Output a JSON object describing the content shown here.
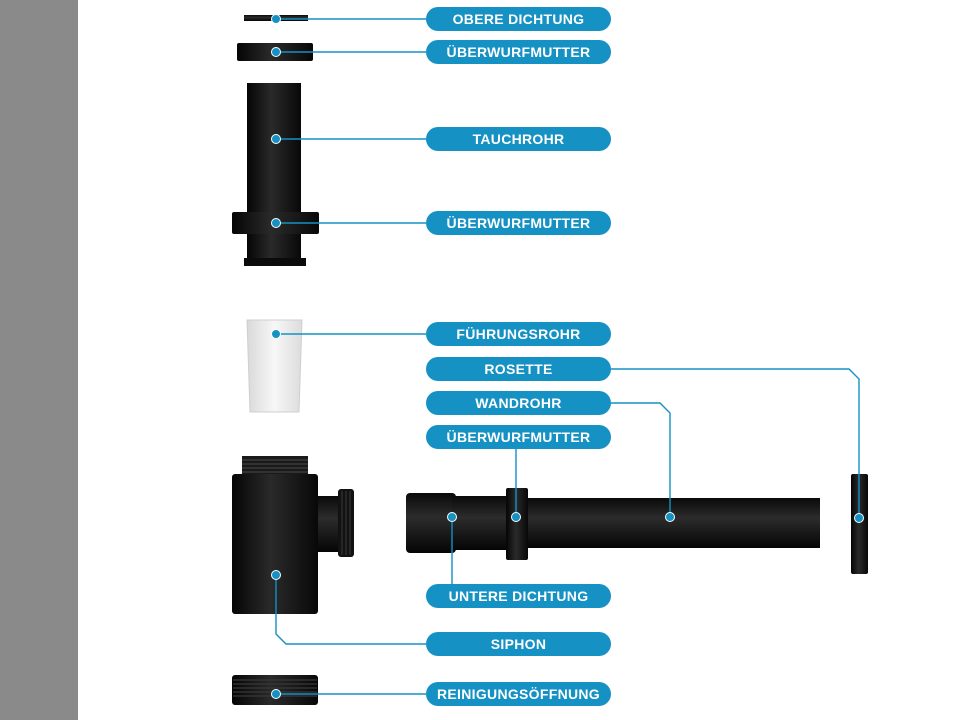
{
  "diagram": {
    "accent_color": "#1591c4",
    "part_color": "#141414",
    "guide_color": "#e6e6e6",
    "labels": [
      {
        "id": "obere-dichtung",
        "text": "OBERE DICHTUNG"
      },
      {
        "id": "ueberwurfmutter-top",
        "text": "ÜBERWURFMUTTER"
      },
      {
        "id": "tauchrohr",
        "text": "TAUCHROHR"
      },
      {
        "id": "ueberwurfmutter-mid",
        "text": "ÜBERWURFMUTTER"
      },
      {
        "id": "fuehrungsrohr",
        "text": "FÜHRUNGSROHR"
      },
      {
        "id": "rosette",
        "text": "ROSETTE"
      },
      {
        "id": "wandrohr",
        "text": "WANDROHR"
      },
      {
        "id": "ueberwurfmutter-pipe",
        "text": "ÜBERWURFMUTTER"
      },
      {
        "id": "untere-dichtung",
        "text": "UNTERE DICHTUNG"
      },
      {
        "id": "siphon",
        "text": "SIPHON"
      },
      {
        "id": "reinigungsoeffnung",
        "text": "REINIGUNGSÖFFNUNG"
      }
    ]
  }
}
